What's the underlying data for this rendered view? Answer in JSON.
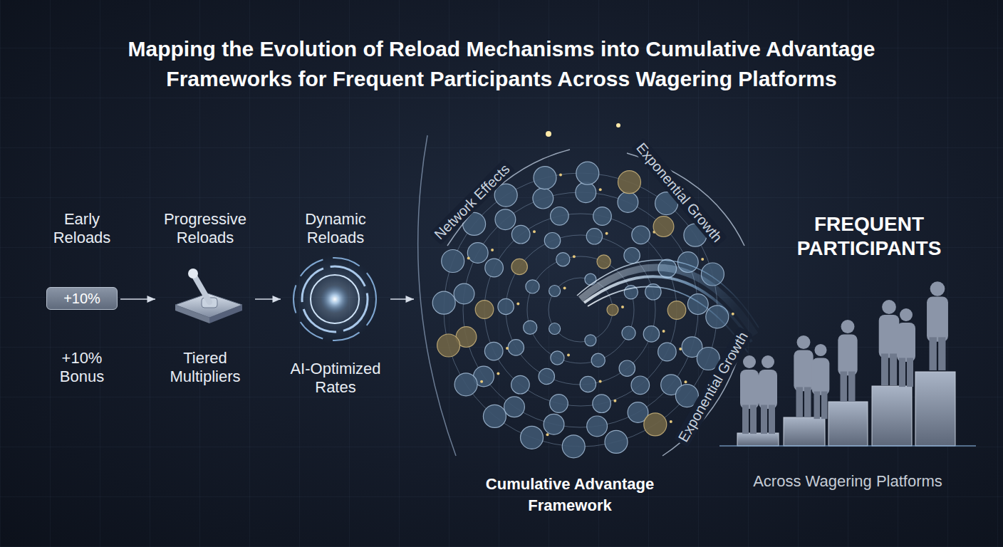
{
  "diagram": {
    "title": "Mapping the Evolution of Reload Mechanisms into Cumulative Advantage Frameworks for Frequent Participants Across Wagering Platforms",
    "nodes": [
      {
        "text": [
          "Early Reloads",
          "+10% Bonus"
        ]
      },
      {
        "text": [
          "+10%"
        ],
        "in": 0
      },
      {
        "text": [
          "Progressive Reloads",
          "Tiered Multipliers"
        ]
      },
      {
        "text": [
          "Dynamic Reloads",
          "AI-Optimized Rates"
        ]
      },
      {
        "text": [
          "Cumulative Advantage Framework"
        ]
      },
      {
        "text": [
          "FREQUENT PARTICIPANTS",
          "Across Wagering Platforms"
        ]
      }
    ],
    "edges": [
      {
        "from": 1,
        "to": 2,
        "arrow": "to"
      },
      {
        "from": 2,
        "to": 3,
        "arrow": "to"
      },
      {
        "from": 3,
        "to": 4,
        "arrow": "to"
      }
    ],
    "labels": [
      "Network Effects",
      "Exponential Growth",
      "Exponential Growth"
    ]
  }
}
